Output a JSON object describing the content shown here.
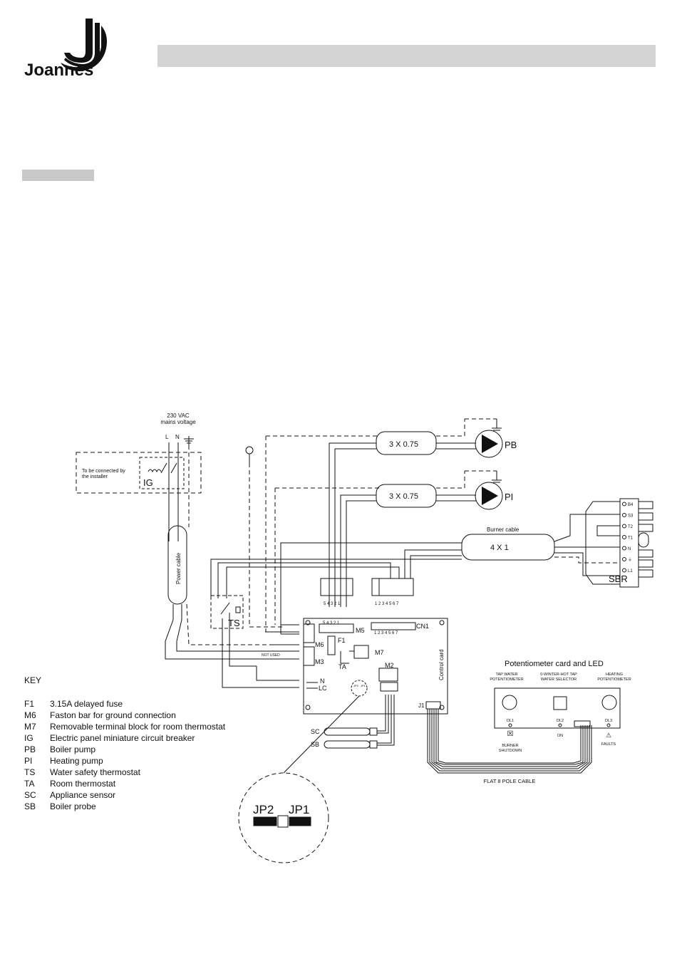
{
  "logo": {
    "brand": "Joannes"
  },
  "diagram": {
    "supply_voltage": "230 VAC",
    "supply_label": "mains voltage",
    "phase": "L",
    "neutral": "N",
    "installer_note_line1": "To be connected by",
    "installer_note_line2": "the installer",
    "ig": "IG",
    "power_cable": "Power cable",
    "ts": "TS",
    "cable_pb": "3 X 0.75",
    "pb": "PB",
    "cable_pi": "3 X 0.75",
    "pi": "PI",
    "burner_cable": "Burner cable",
    "cable_burner": "4 X 1",
    "sbr": "SBR",
    "sbr_terminals": [
      "B4",
      "S3",
      "T2",
      "T1",
      "N",
      "⏚",
      "L1"
    ],
    "m5": "M5",
    "cn1": "CN1",
    "m6": "M6",
    "f1": "F1",
    "m7": "M7",
    "m3": "M3",
    "ta": "TA",
    "m2": "M2",
    "not_used": "NOT USED",
    "n_label": "N",
    "lc_label": "LC",
    "j1": "J1",
    "control_card": "Control card",
    "sc": "SC",
    "sb": "SB",
    "jp2_small": "JP2",
    "jp1_small": "JP1",
    "jp2": "JP2",
    "jp1": "JP1",
    "m5_pins": "5 4 3 2 1",
    "cn1_pins": "1 2 3 4 5 6 7",
    "conn_left_pins": "5 4 3 2 1",
    "conn_right_pins": "1 2 3 4 5 6 7",
    "pot_card_title": "Potentiometer card and LED",
    "pot_tap_line1": "TAP WATER",
    "pot_tap_line2": "POTENTIOMETER",
    "pot_sel_line1": "0-WINTER-HOT TAP",
    "pot_sel_line2": "WATER SELECTOR",
    "pot_heat_line1": "HEATING",
    "pot_heat_line2": "POTENTIOMETER",
    "dl1": "DL1",
    "dl2": "DL2",
    "dl3": "DL3",
    "burner_shutdown_line1": "BURNER",
    "burner_shutdown_line2": "SHUTDOWN",
    "on": "ON",
    "faults": "FAULTS",
    "flat_cable": "FLAT 8 POLE CABLE"
  },
  "key": {
    "title": "KEY",
    "items": [
      {
        "code": "F1",
        "desc": "3.15A delayed fuse"
      },
      {
        "code": "M6",
        "desc": "Faston bar for ground connection"
      },
      {
        "code": "M7",
        "desc": "Removable terminal block for room thermostat"
      },
      {
        "code": "IG",
        "desc": "Electric panel miniature circuit breaker"
      },
      {
        "code": "PB",
        "desc": "Boiler pump"
      },
      {
        "code": "PI",
        "desc": "Heating pump"
      },
      {
        "code": "TS",
        "desc": "Water safety thermostat"
      },
      {
        "code": "TA",
        "desc": "Room thermostat"
      },
      {
        "code": "SC",
        "desc": "Appliance sensor"
      },
      {
        "code": "SB",
        "desc": "Boiler probe"
      }
    ]
  }
}
